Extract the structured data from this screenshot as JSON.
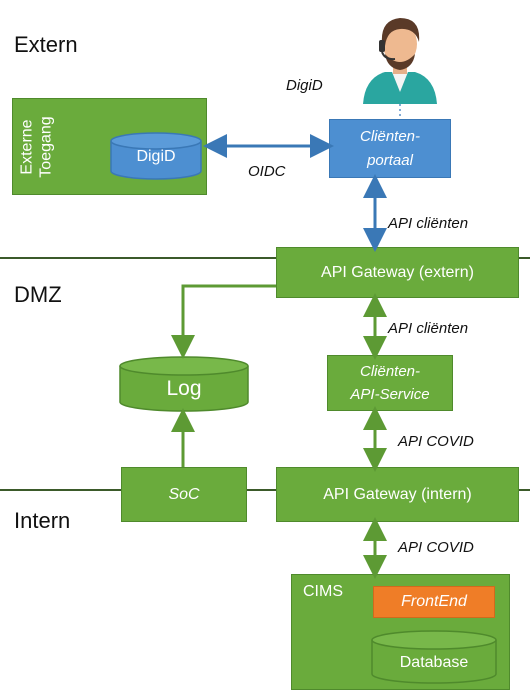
{
  "zones": {
    "extern": "Extern",
    "dmz": "DMZ",
    "intern": "Intern"
  },
  "labels": {
    "digid_user": "DigiD",
    "oidc": "OIDC",
    "api_clienten_1": "API cliënten",
    "api_clienten_2": "API cliënten",
    "api_covid_1": "API COVID",
    "api_covid_2": "API COVID"
  },
  "boxes": {
    "externe_toegang": "Externe\nToegang",
    "digid_cylinder": "DigiD",
    "clientenportaal_line1": "Cliënten-",
    "clientenportaal_line2": "portaal",
    "api_gateway_extern": "API Gateway (extern)",
    "log": "Log",
    "clienten_api_service_line1": "Cliënten-",
    "clienten_api_service_line2": "API-Service",
    "soc": "SoC",
    "api_gateway_intern": "API Gateway (intern)",
    "cims": "CIMS",
    "frontend": "FrontEnd",
    "database": "Database"
  },
  "colors": {
    "green": "#6aab3c",
    "blue": "#4d8fd1",
    "orange": "#ef7d27",
    "arrow_green": "#5d9a34",
    "arrow_blue": "#3a78b6"
  }
}
